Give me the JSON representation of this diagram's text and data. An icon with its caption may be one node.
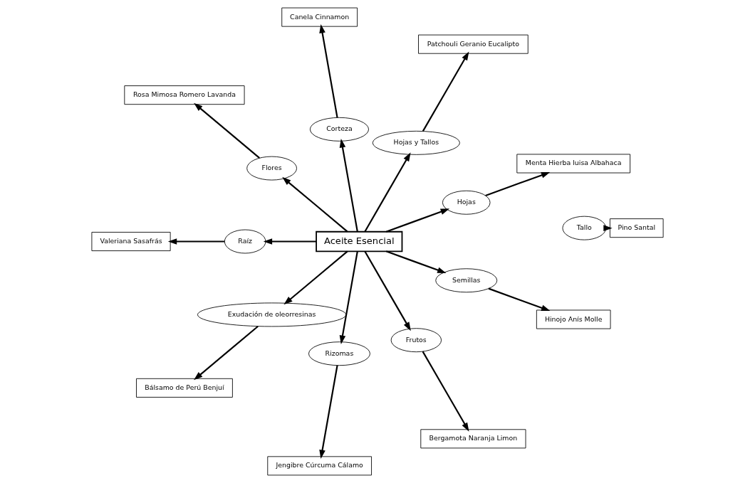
{
  "diagram": {
    "nodes": [
      {
        "text": [
          "Menta Hierba luisa Albahaca"
        ]
      },
      {
        "text": [
          "Patchouli Geranio Eucalipto"
        ]
      },
      {
        "text": [
          "Canela Cinnamon"
        ]
      },
      {
        "text": [
          "Pino Santal"
        ]
      },
      {
        "text": [
          "Hojas"
        ]
      },
      {
        "text": [
          "Hojas y Tallos"
        ]
      },
      {
        "text": [
          "Corteza"
        ]
      },
      {
        "text": [
          "Tallo"
        ]
      },
      {
        "text": [
          "Rosa Mimosa Romero Lavanda"
        ]
      },
      {
        "text": [
          "Flores"
        ]
      },
      {
        "text": [
          "Aceite Esencial"
        ]
      },
      {
        "text": [
          "Raíz"
        ]
      },
      {
        "text": [
          "Valeriana Sasafrás"
        ]
      },
      {
        "text": [
          "Exudación de oleorresinas"
        ]
      },
      {
        "text": [
          "Rizomas"
        ]
      },
      {
        "text": [
          "Frutos"
        ]
      },
      {
        "text": [
          "Semillas"
        ]
      },
      {
        "text": [
          "Jengibre Cúrcuma Cálamo"
        ]
      },
      {
        "text": [
          "Bergamota Naranja Limon"
        ]
      },
      {
        "text": [
          "Hinojo Anís Molle"
        ]
      },
      {
        "text": [
          "Bálsamo de Perú Benjuí"
        ]
      }
    ],
    "edges": [
      {
        "from": 10,
        "to": 4,
        "arrow": "to"
      },
      {
        "from": 10,
        "to": 5,
        "arrow": "to"
      },
      {
        "from": 10,
        "to": 6,
        "arrow": "to"
      },
      {
        "from": 10,
        "to": 9,
        "arrow": "to"
      },
      {
        "from": 10,
        "to": 11,
        "arrow": "to"
      },
      {
        "from": 10,
        "to": 13,
        "arrow": "to"
      },
      {
        "from": 10,
        "to": 14,
        "arrow": "to"
      },
      {
        "from": 10,
        "to": 15,
        "arrow": "to"
      },
      {
        "from": 10,
        "to": 16,
        "arrow": "to"
      },
      {
        "from": 4,
        "to": 0,
        "arrow": "to"
      },
      {
        "from": 5,
        "to": 1,
        "arrow": "to"
      },
      {
        "from": 6,
        "to": 2,
        "arrow": "to"
      },
      {
        "from": 7,
        "to": 3,
        "arrow": "to"
      },
      {
        "from": 9,
        "to": 8,
        "arrow": "to"
      },
      {
        "from": 11,
        "to": 12,
        "arrow": "to"
      },
      {
        "from": 13,
        "to": 20,
        "arrow": "to"
      },
      {
        "from": 14,
        "to": 17,
        "arrow": "to"
      },
      {
        "from": 15,
        "to": 18,
        "arrow": "to"
      },
      {
        "from": 16,
        "to": 19,
        "arrow": "to"
      }
    ]
  }
}
